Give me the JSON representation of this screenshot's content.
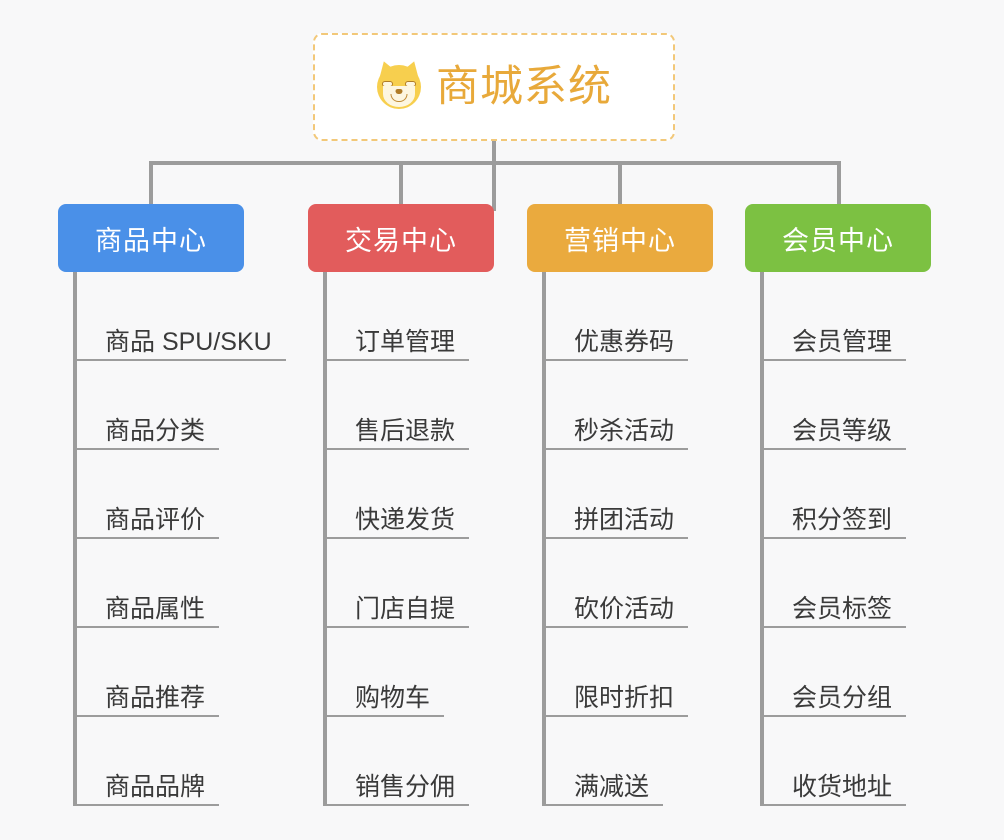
{
  "canvas": {
    "background": "#f8f8f9",
    "connector_color": "#9c9c9c"
  },
  "root": {
    "title": "商城系统",
    "icon": "shiba-dog-face-icon",
    "icon_glyph": "🐶",
    "text_color": "#e8a93a",
    "border_color": "#f2c879",
    "background": "#ffffff"
  },
  "branches": [
    {
      "id": "product-center",
      "label": "商品中心",
      "color": "#4a90e8",
      "items": [
        {
          "label": "商品 SPU/SKU"
        },
        {
          "label": "商品分类"
        },
        {
          "label": "商品评价"
        },
        {
          "label": "商品属性"
        },
        {
          "label": "商品推荐"
        },
        {
          "label": "商品品牌"
        }
      ]
    },
    {
      "id": "trade-center",
      "label": "交易中心",
      "color": "#e25c5c",
      "items": [
        {
          "label": "订单管理"
        },
        {
          "label": "售后退款"
        },
        {
          "label": "快递发货"
        },
        {
          "label": "门店自提"
        },
        {
          "label": "购物车"
        },
        {
          "label": "销售分佣"
        }
      ]
    },
    {
      "id": "marketing-center",
      "label": "营销中心",
      "color": "#eaaa3e",
      "items": [
        {
          "label": "优惠券码"
        },
        {
          "label": "秒杀活动"
        },
        {
          "label": "拼团活动"
        },
        {
          "label": "砍价活动"
        },
        {
          "label": "限时折扣"
        },
        {
          "label": "满减送"
        }
      ]
    },
    {
      "id": "member-center",
      "label": "会员中心",
      "color": "#7cc142",
      "items": [
        {
          "label": "会员管理"
        },
        {
          "label": "会员等级"
        },
        {
          "label": "积分签到"
        },
        {
          "label": "会员标签"
        },
        {
          "label": "会员分组"
        },
        {
          "label": "收货地址"
        }
      ]
    }
  ]
}
